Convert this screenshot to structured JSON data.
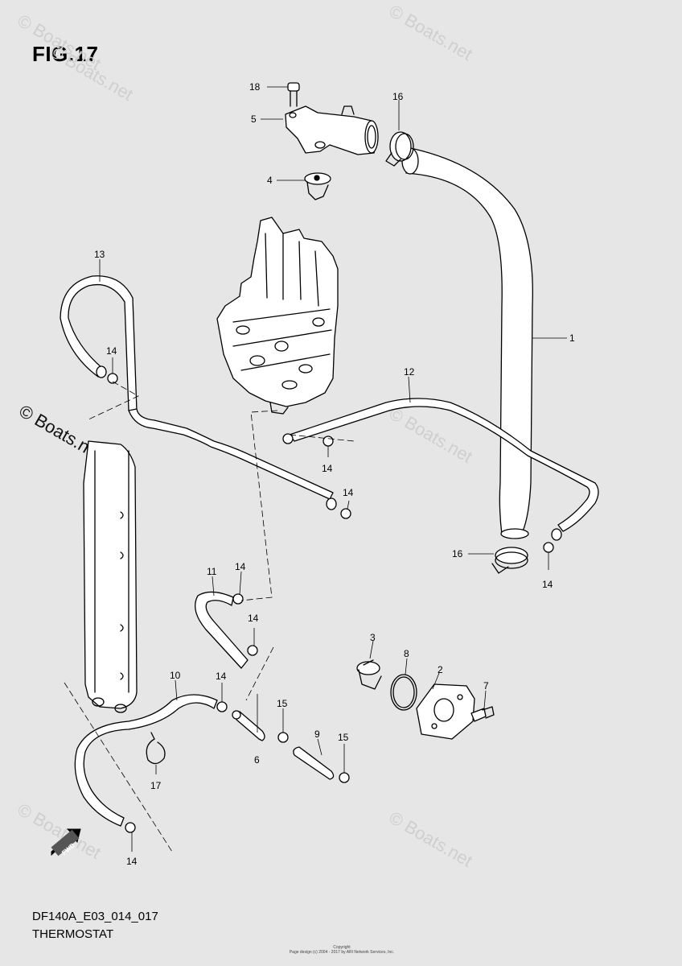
{
  "figure": {
    "title": "FIG.17",
    "code": "DF140A_E03_014_017",
    "caption": "THERMOSTAT",
    "copyright_line1": "Copyright",
    "copyright_line2": "Page design (c) 2004 - 2017 by ARI Network Services, Inc."
  },
  "watermark": {
    "text": "© Boats.net"
  },
  "direction_marker": {
    "text": "FWD"
  },
  "callouts": {
    "c1": "1",
    "c2": "2",
    "c3": "3",
    "c4": "4",
    "c5": "5",
    "c6": "6",
    "c7": "7",
    "c8": "8",
    "c9": "9",
    "c10": "10",
    "c11": "11",
    "c12": "12",
    "c13": "13",
    "c14": "14",
    "c15": "15",
    "c16": "16",
    "c17": "17",
    "c18": "18"
  },
  "colors": {
    "background": "#e6e6e6",
    "line": "#000000",
    "part_fill": "#ffffff",
    "watermark": "#cfcfcf"
  }
}
